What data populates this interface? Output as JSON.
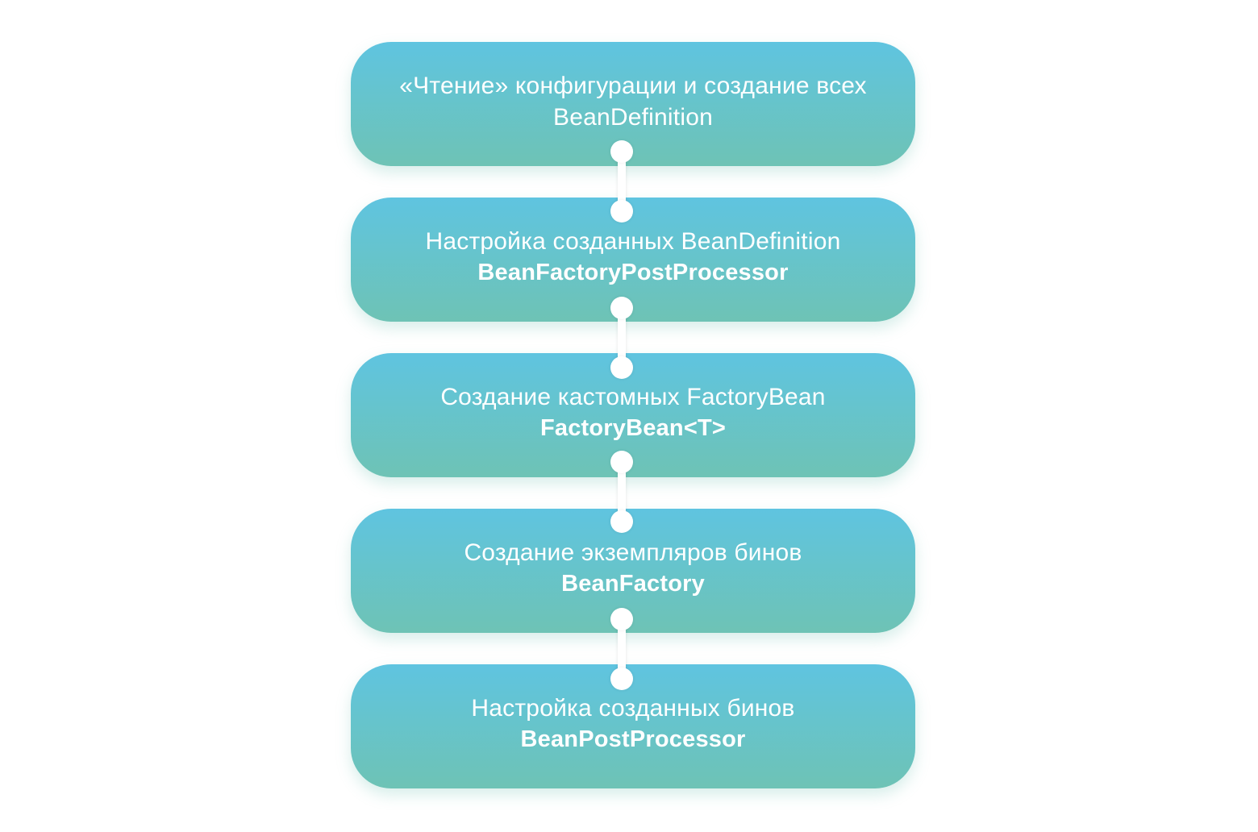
{
  "steps": [
    {
      "line1": "«Чтение» конфигурации и создание всех",
      "line2": "BeanDefinition",
      "code": ""
    },
    {
      "line1": "Настройка созданных BeanDefinition",
      "line2": "",
      "code": "BeanFactoryPostProcessor"
    },
    {
      "line1": "Создание кастомных FactoryBean",
      "line2": "",
      "code": "FactoryBean<T>"
    },
    {
      "line1": "Создание экземпляров бинов",
      "line2": "",
      "code": "BeanFactory"
    },
    {
      "line1": "Настройка созданных бинов",
      "line2": "",
      "code": "BeanPostProcessor"
    }
  ],
  "colors": {
    "box_top": "#5fc4e0",
    "box_bottom": "#6ec3b5",
    "text": "#ffffff",
    "connector": "#ffffff",
    "background": "#ffffff"
  }
}
